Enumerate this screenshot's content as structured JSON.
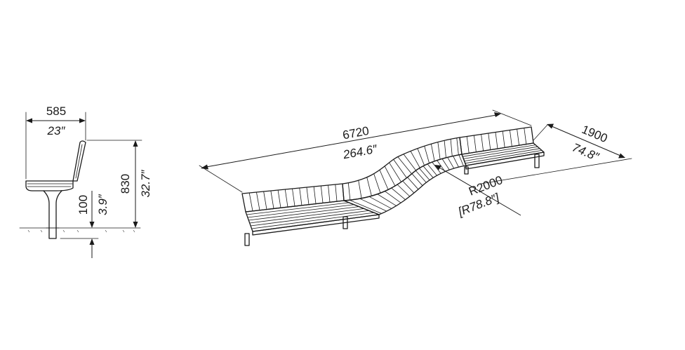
{
  "side_view": {
    "width_mm": "585",
    "width_in": "23″",
    "height_mm": "830",
    "height_in": "32.7″",
    "footing_mm": "100",
    "footing_in": "3.9″"
  },
  "top_view": {
    "length_mm": "6720",
    "length_in": "264.6″",
    "depth_mm": "1900",
    "depth_in": "74.8″",
    "radius_mm": "R2000",
    "radius_in": "[R78.8″]"
  }
}
